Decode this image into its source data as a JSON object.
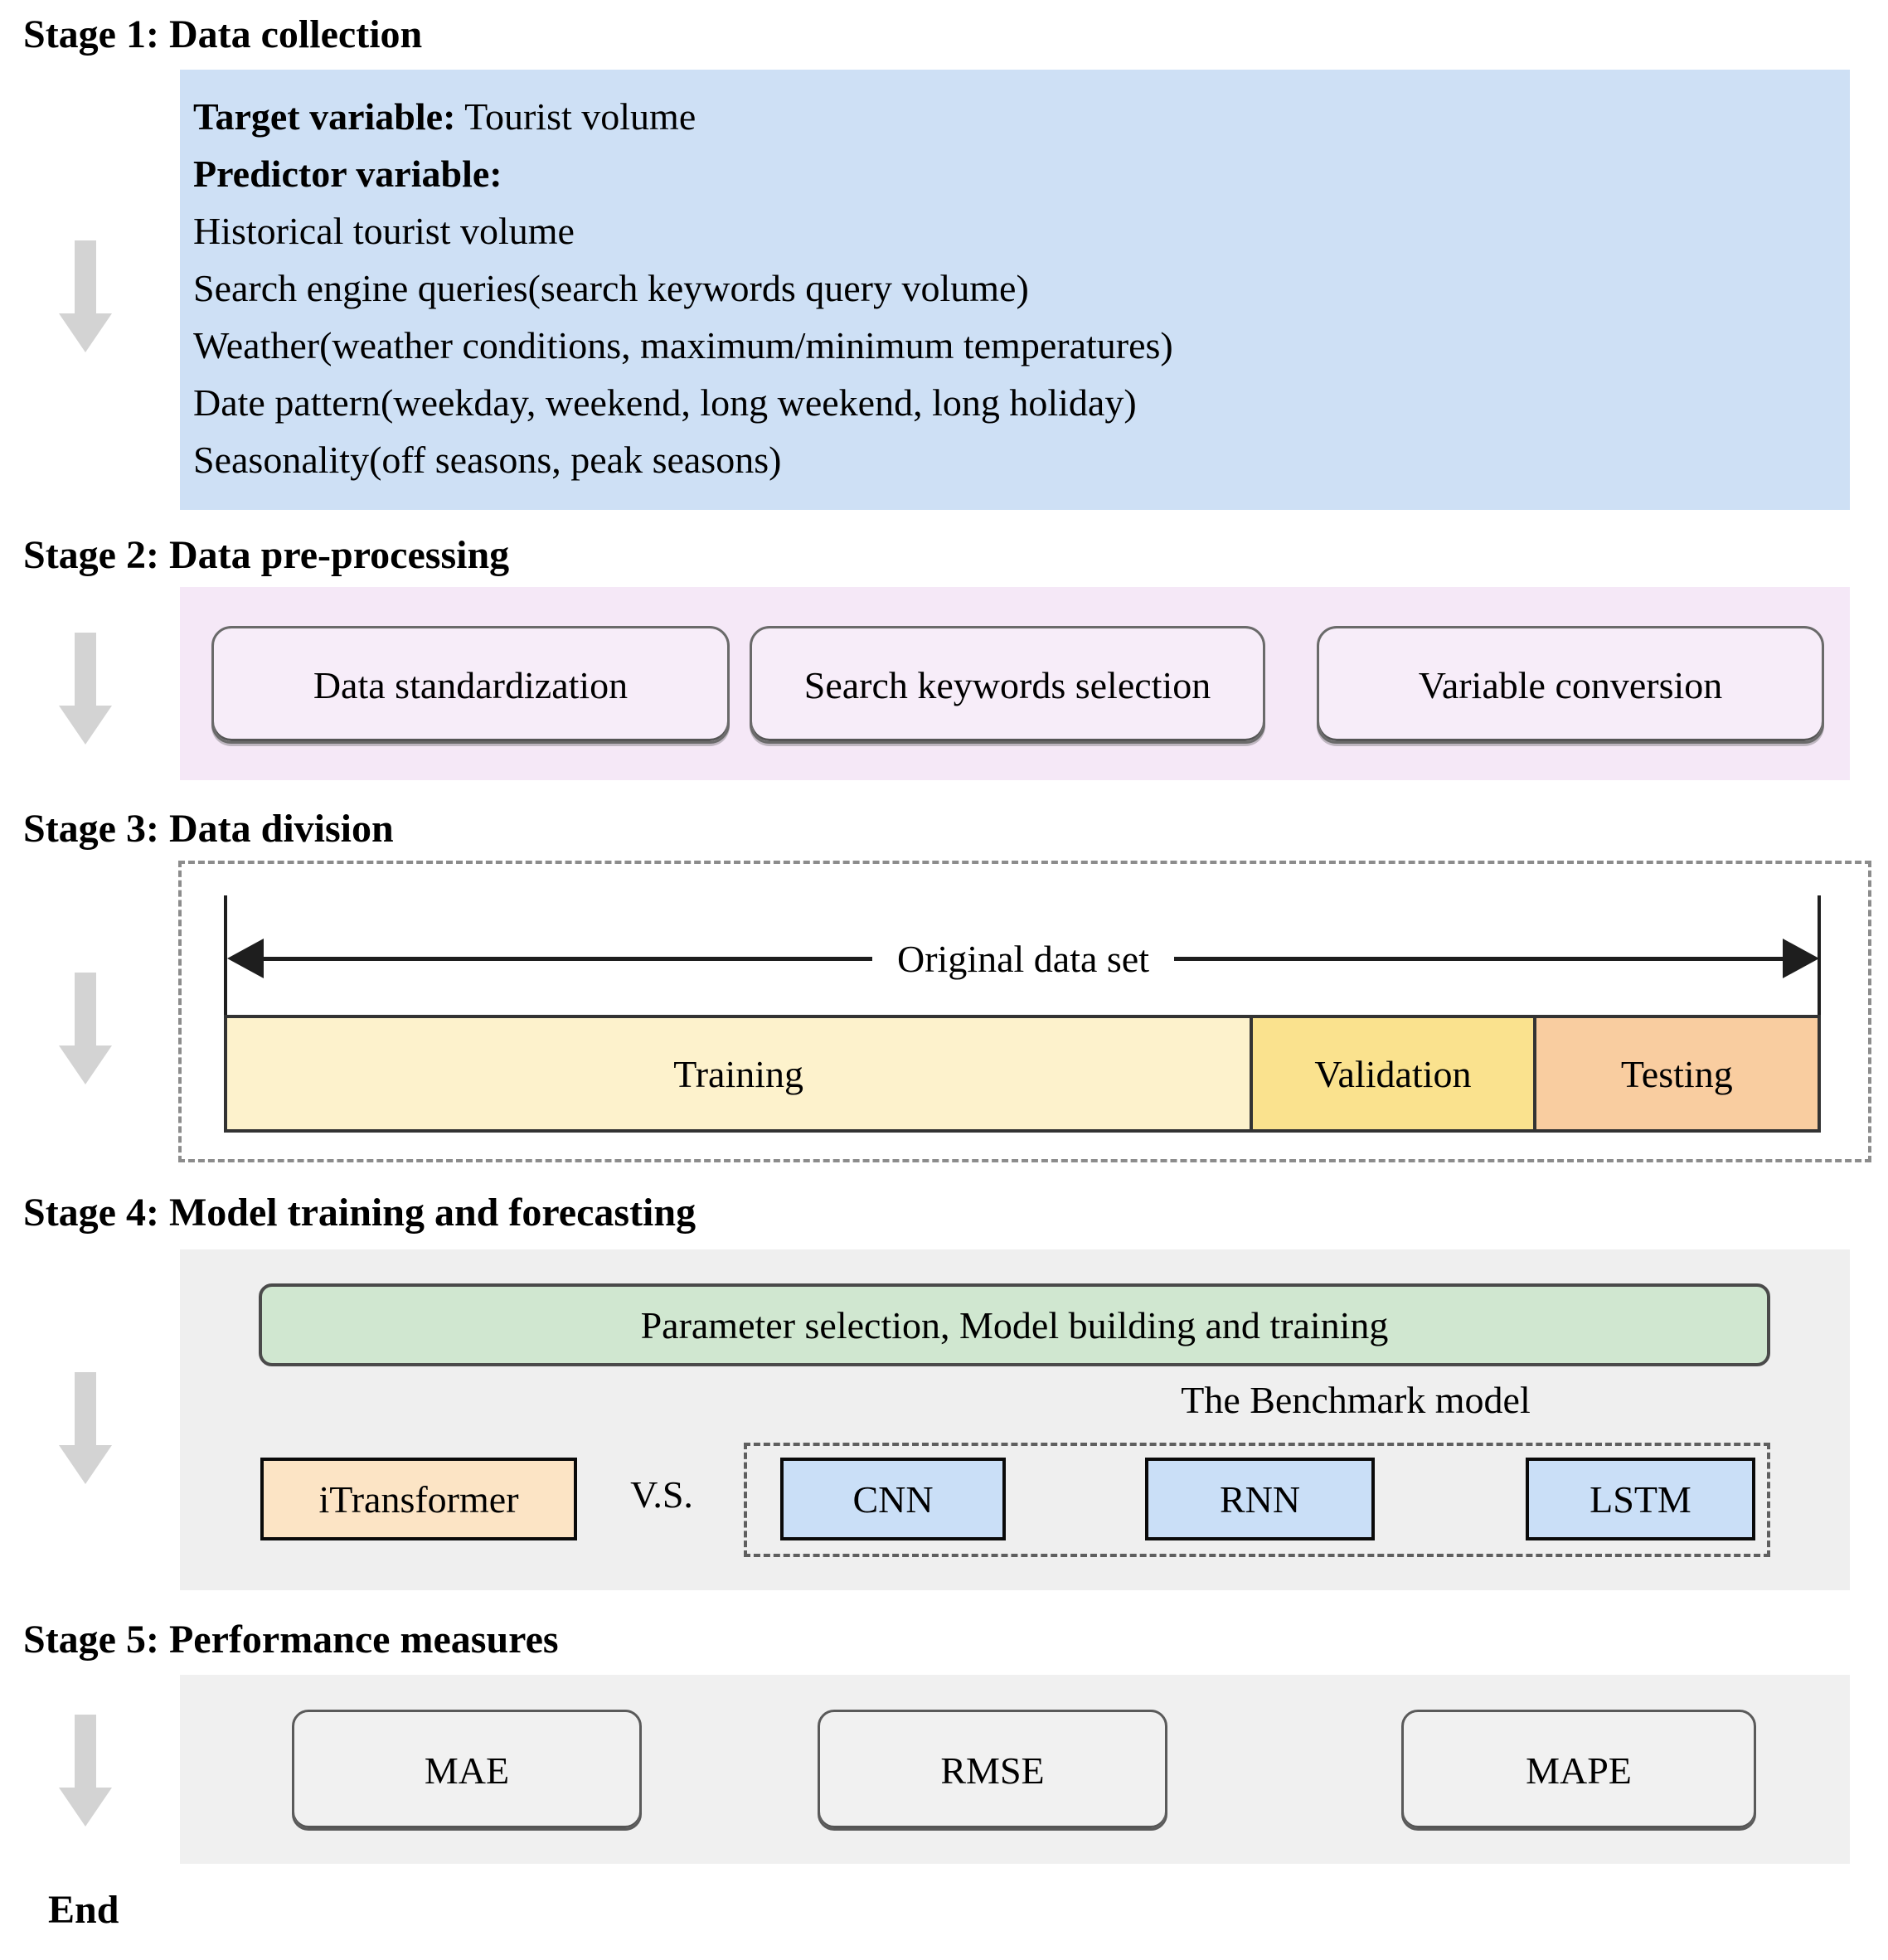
{
  "stage1": {
    "heading": "Stage 1: Data collection",
    "target_label": "Target variable:",
    "target_value": " Tourist volume",
    "predictor_label": "Predictor variable:",
    "predictors": [
      "Historical tourist volume",
      "Search engine queries(search keywords query volume)",
      "Weather(weather conditions, maximum/minimum temperatures)",
      "Date pattern(weekday, weekend, long weekend, long holiday)",
      "Seasonality(off seasons, peak seasons)"
    ]
  },
  "stage2": {
    "heading": "Stage 2: Data pre-processing",
    "boxes": [
      "Data standardization",
      "Search keywords selection",
      "Variable conversion"
    ]
  },
  "stage3": {
    "heading": "Stage 3: Data division",
    "arrow_label": "Original data set",
    "segments": [
      {
        "label": "Training",
        "width_pct": 64.3,
        "color": "#fdf2cc"
      },
      {
        "label": "Validation",
        "width_pct": 17.8,
        "color": "#fae28e"
      },
      {
        "label": "Testing",
        "width_pct": 17.9,
        "color": "#f9cda0"
      }
    ]
  },
  "stage4": {
    "heading": "Stage 4: Model training and forecasting",
    "param_box_label": "Parameter selection, Model building and training",
    "benchmark_label": "The Benchmark model",
    "main_model": "iTransformer",
    "vs_label": "V.S.",
    "benchmark_models": [
      "CNN",
      "RNN",
      "LSTM"
    ]
  },
  "stage5": {
    "heading": "Stage 5: Performance measures",
    "metrics": [
      "MAE",
      "RMSE",
      "MAPE"
    ]
  },
  "end_label": "End",
  "colors": {
    "stage1_box": "#cee0f5",
    "stage2_box": "#f5e8f7",
    "stage2_pill": "#f7edf9",
    "stage4_box": "#efefef",
    "param_box": "#d0e7d0",
    "itransformer_box": "#fce4c5",
    "benchmark_box": "#cadff7",
    "stage5_box": "#f0f0f0",
    "metric_box": "#f1f1f1",
    "arrow_gray": "#d3d3d3"
  }
}
